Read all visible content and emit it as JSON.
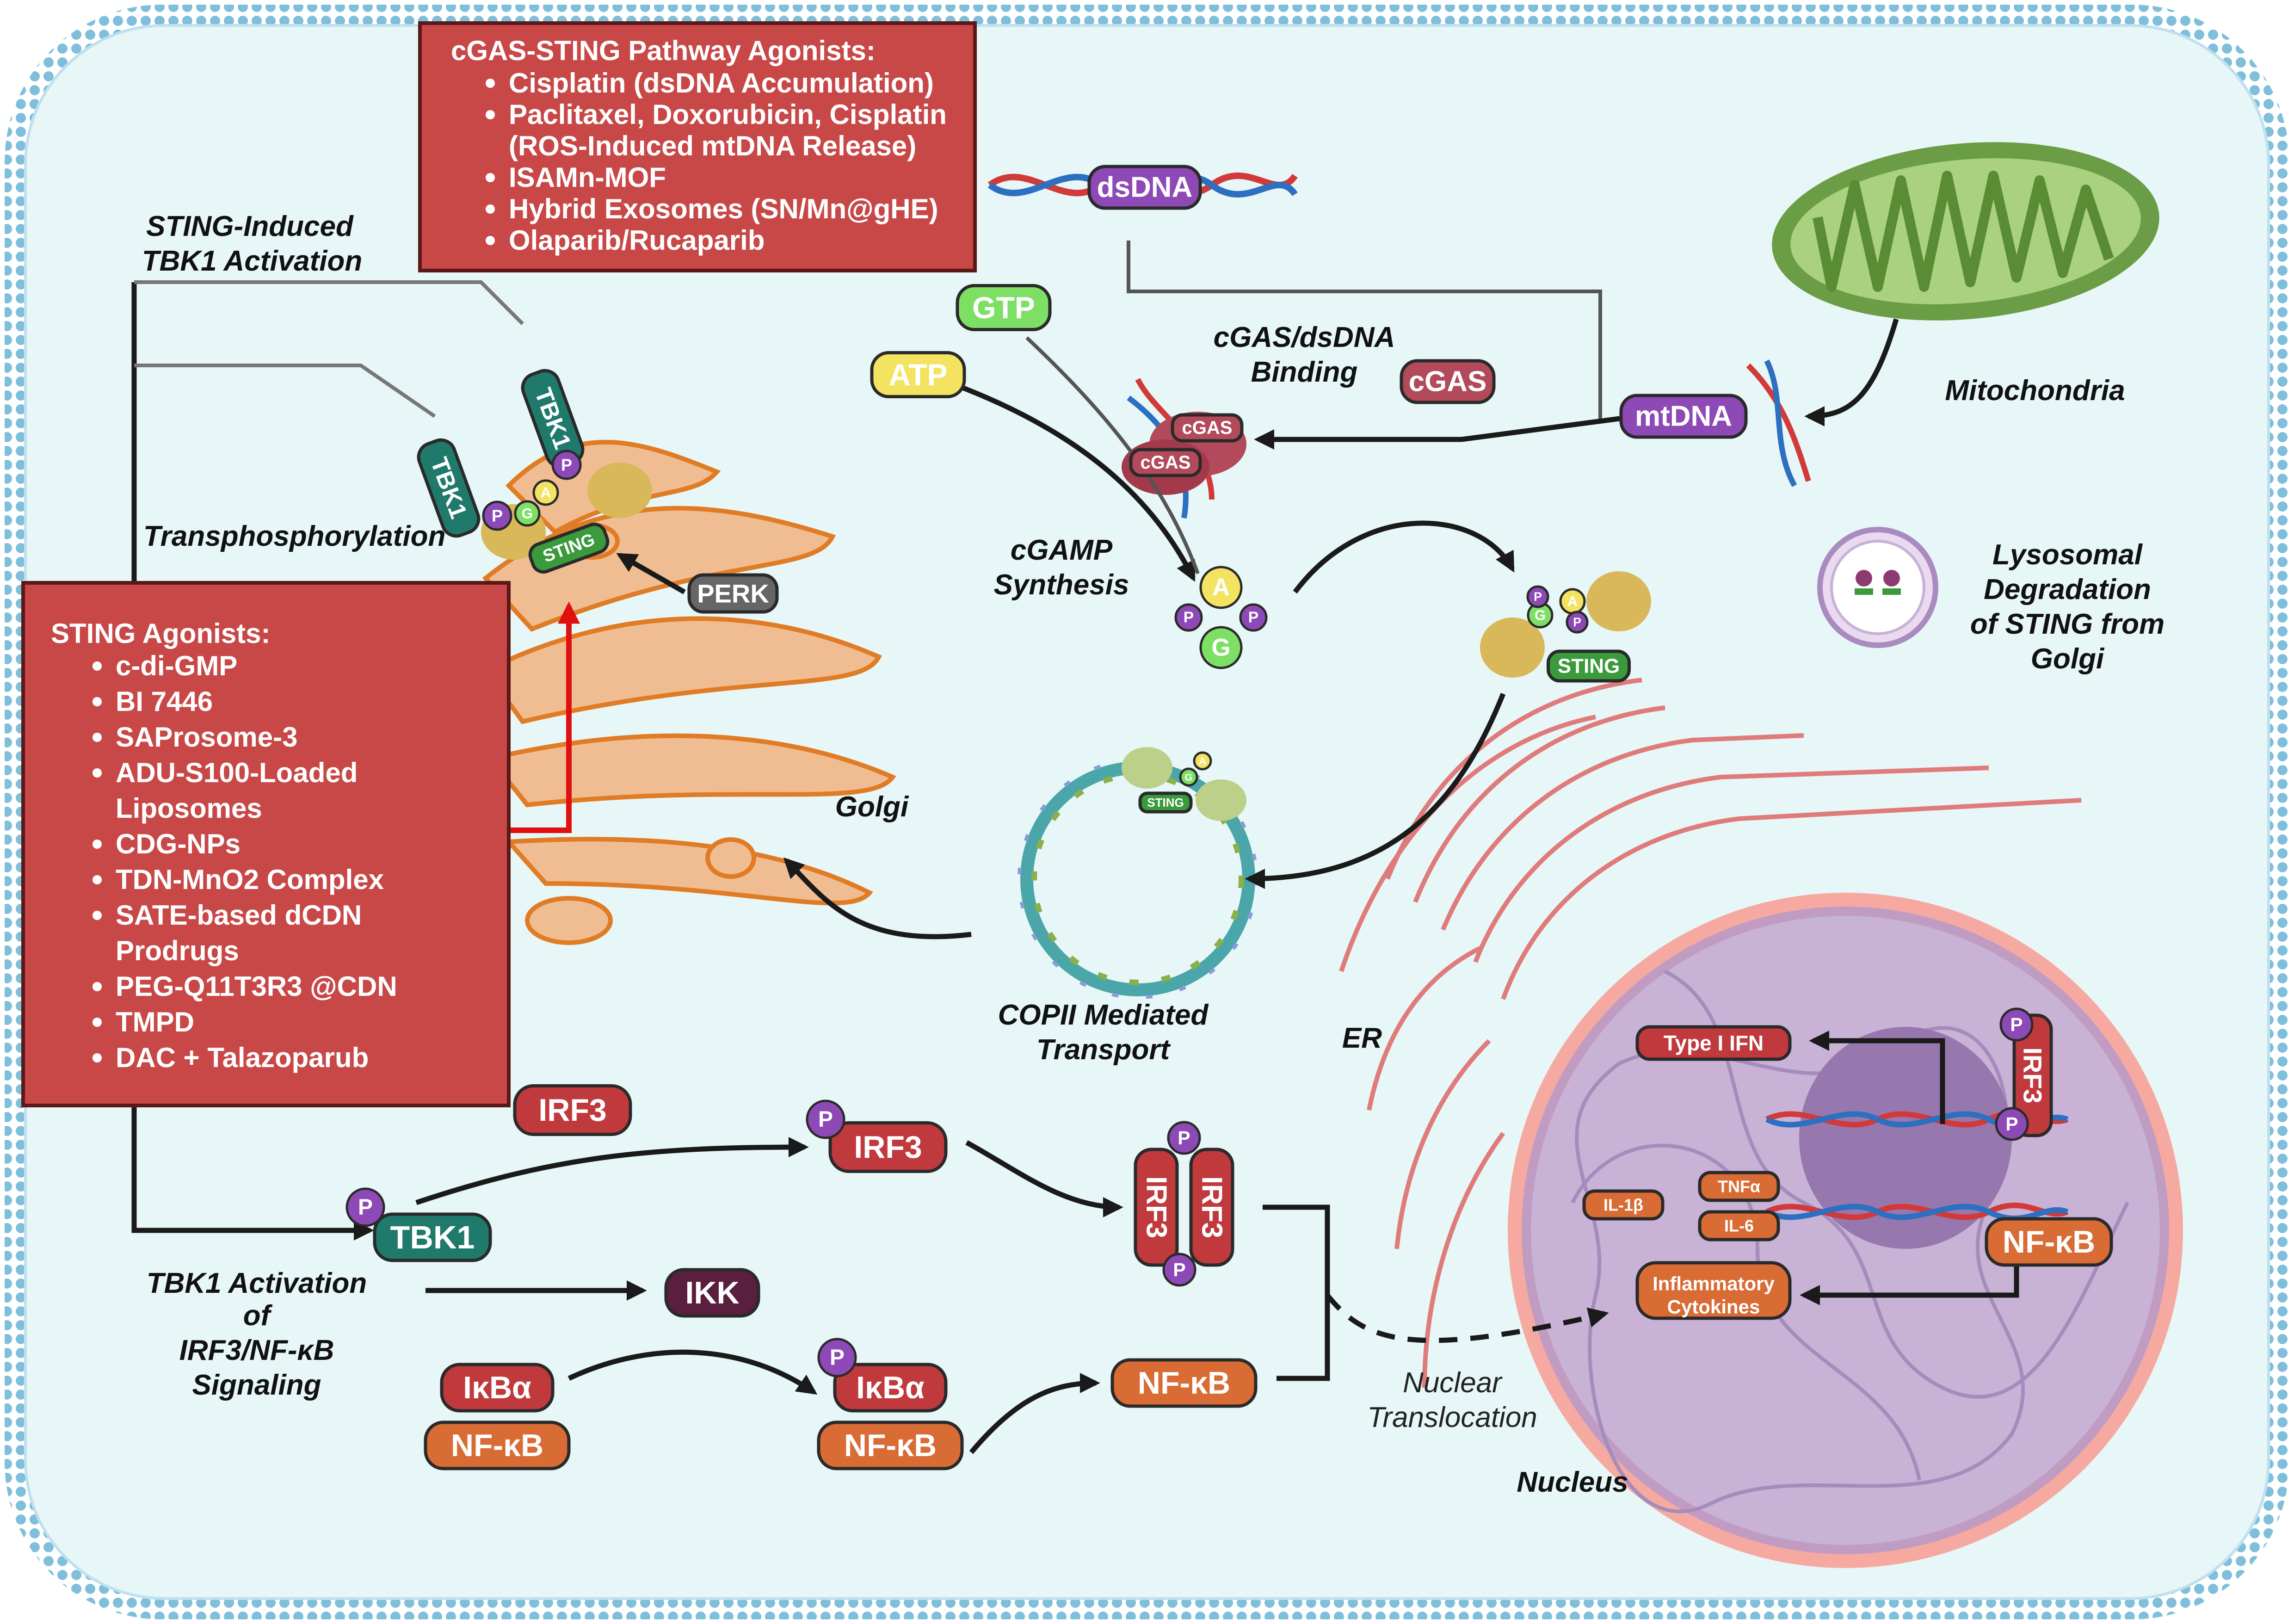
{
  "colors": {
    "membrane": "#7fbfdc",
    "cytoplasm": "#e7f6f7",
    "red_box": "#c84848",
    "irf3": "#c0393d",
    "nfkb": "#d96b34",
    "tbk1": "#1f7a6c",
    "sting": "#3a9a3c",
    "cgas": "#b24a5b",
    "dna_pill": "#8d49b5",
    "ikk": "#5a1f3e",
    "perk": "#666666",
    "atp": "#f4e360",
    "gtp": "#7de065",
    "golgi": "#f0bd92",
    "nucleus": "#b69ac8",
    "er": "#e07b7b"
  },
  "agonists_box": {
    "title": "cGAS-STING Pathway Agonists:",
    "items": [
      "Cisplatin (dsDNA Accumulation)",
      "Paclitaxel, Doxorubicin, Cisplatin",
      "(ROS-Induced mtDNA Release)",
      "ISAMn-MOF",
      "Hybrid Exosomes (SN/Mn@gHE)",
      "Olaparib/Rucaparib"
    ]
  },
  "sting_box": {
    "title": "STING Agonists:",
    "items": [
      "c-di-GMP",
      "BI 7446",
      "SAProsome-3",
      "ADU-S100-Loaded",
      "Liposomes",
      "CDG-NPs",
      "TDN-MnO2 Complex",
      "SATE-based dCDN",
      "Prodrugs",
      "PEG-Q11T3R3 @CDN",
      "TMPD",
      "DAC + Talazoparub"
    ]
  },
  "labels": {
    "sting_tbk1_1": "STING-Induced",
    "sting_tbk1_2": "TBK1 Activation",
    "transphos": "Transphosphorylation",
    "cgas_binding_1": "cGAS/dsDNA",
    "cgas_binding_2": "Binding",
    "mito": "Mitochondria",
    "cgamp_1": "cGAMP",
    "cgamp_2": "Synthesis",
    "lyso_1": "Lysosomal",
    "lyso_2": "Degradation",
    "lyso_3": "of STING from",
    "lyso_4": "Golgi",
    "golgi": "Golgi",
    "copii_1": "COPII Mediated",
    "copii_2": "Transport",
    "er": "ER",
    "tbk1act_1": "TBK1 Activation",
    "tbk1act_2": "of",
    "tbk1act_3": "IRF3/NF-κB",
    "tbk1act_4": "Signaling",
    "nuclear_1": "Nuclear",
    "nuclear_2": "Translocation",
    "nucleus": "Nucleus"
  },
  "molecules": {
    "dsdna": "dsDNA",
    "mtdna": "mtDNA",
    "cgas": "cGAS",
    "gtp": "GTP",
    "atp": "ATP",
    "perk": "PERK",
    "tbk1": "TBK1",
    "sting": "STING",
    "irf3": "IRF3",
    "ikk": "IKK",
    "ikba": "IκBα",
    "nfkb": "NF-κB",
    "p": "P",
    "a": "A",
    "g": "G",
    "type1ifn": "Type I IFN",
    "il1b": "IL-1β",
    "tnfa": "TNFα",
    "il6": "IL-6",
    "inflam_1": "Inflammatory",
    "inflam_2": "Cytokines"
  }
}
